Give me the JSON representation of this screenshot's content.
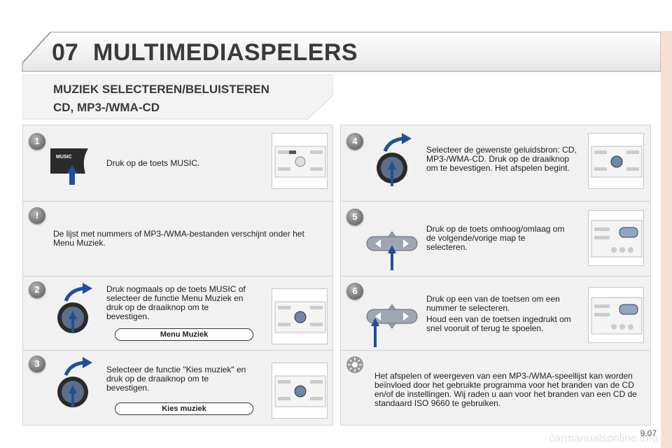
{
  "header": {
    "chapter": "07",
    "title": "MULTIMEDIASPELERS"
  },
  "section": {
    "line1": "MUZIEK SELECTEREN/BELUISTEREN",
    "line2": "CD, MP3-/WMA-CD"
  },
  "steps": {
    "s1": {
      "badge": "1",
      "button_label": "MUSIC",
      "text": "Druk op de toets MUSIC."
    },
    "note": {
      "badge": "!",
      "text": "De lijst met nummers of MP3-/WMA-bestanden verschijnt onder het Menu Muziek."
    },
    "s2": {
      "badge": "2",
      "text": "Druk nogmaals op de toets MUSIC of selecteer de functie Menu Muziek en druk op de draaiknop om te bevestigen.",
      "pill": "Menu Muziek"
    },
    "s3": {
      "badge": "3",
      "text": "Selecteer de functie \"Kies muziek\" en druk op de draaiknop om te bevestigen.",
      "pill": "Kies muziek"
    },
    "s4": {
      "badge": "4",
      "text": "Selecteer de gewenste geluidsbron: CD, MP3-/WMA-CD. Druk op de draaiknop om te bevestigen. Het afspelen begint."
    },
    "s5": {
      "badge": "5",
      "text": "Druk op de toets omhoog/omlaag om de volgende/vorige map te selecteren."
    },
    "s6": {
      "badge": "6",
      "text1": "Druk op een van de toetsen om een nummer te selecteren.",
      "text2": "Houd een van de toetsen ingedrukt om snel vooruit of terug te spoelen."
    },
    "tip": {
      "text": "Het afspelen of weergeven van een MP3-/WMA-speellijst kan worden beïnvloed door het gebruikte programma voor het branden van de CD en/of de instellingen. Wij raden u aan voor het branden van een CD de standaard ISO 9660 te gebruiken."
    }
  },
  "footer": {
    "page": "9.07",
    "watermark": "carmanualsonline.info"
  },
  "colors": {
    "accent_strip": "#f7dfd2",
    "panel": "#f1f1f1",
    "arrow_blue": "#1f4f99"
  }
}
